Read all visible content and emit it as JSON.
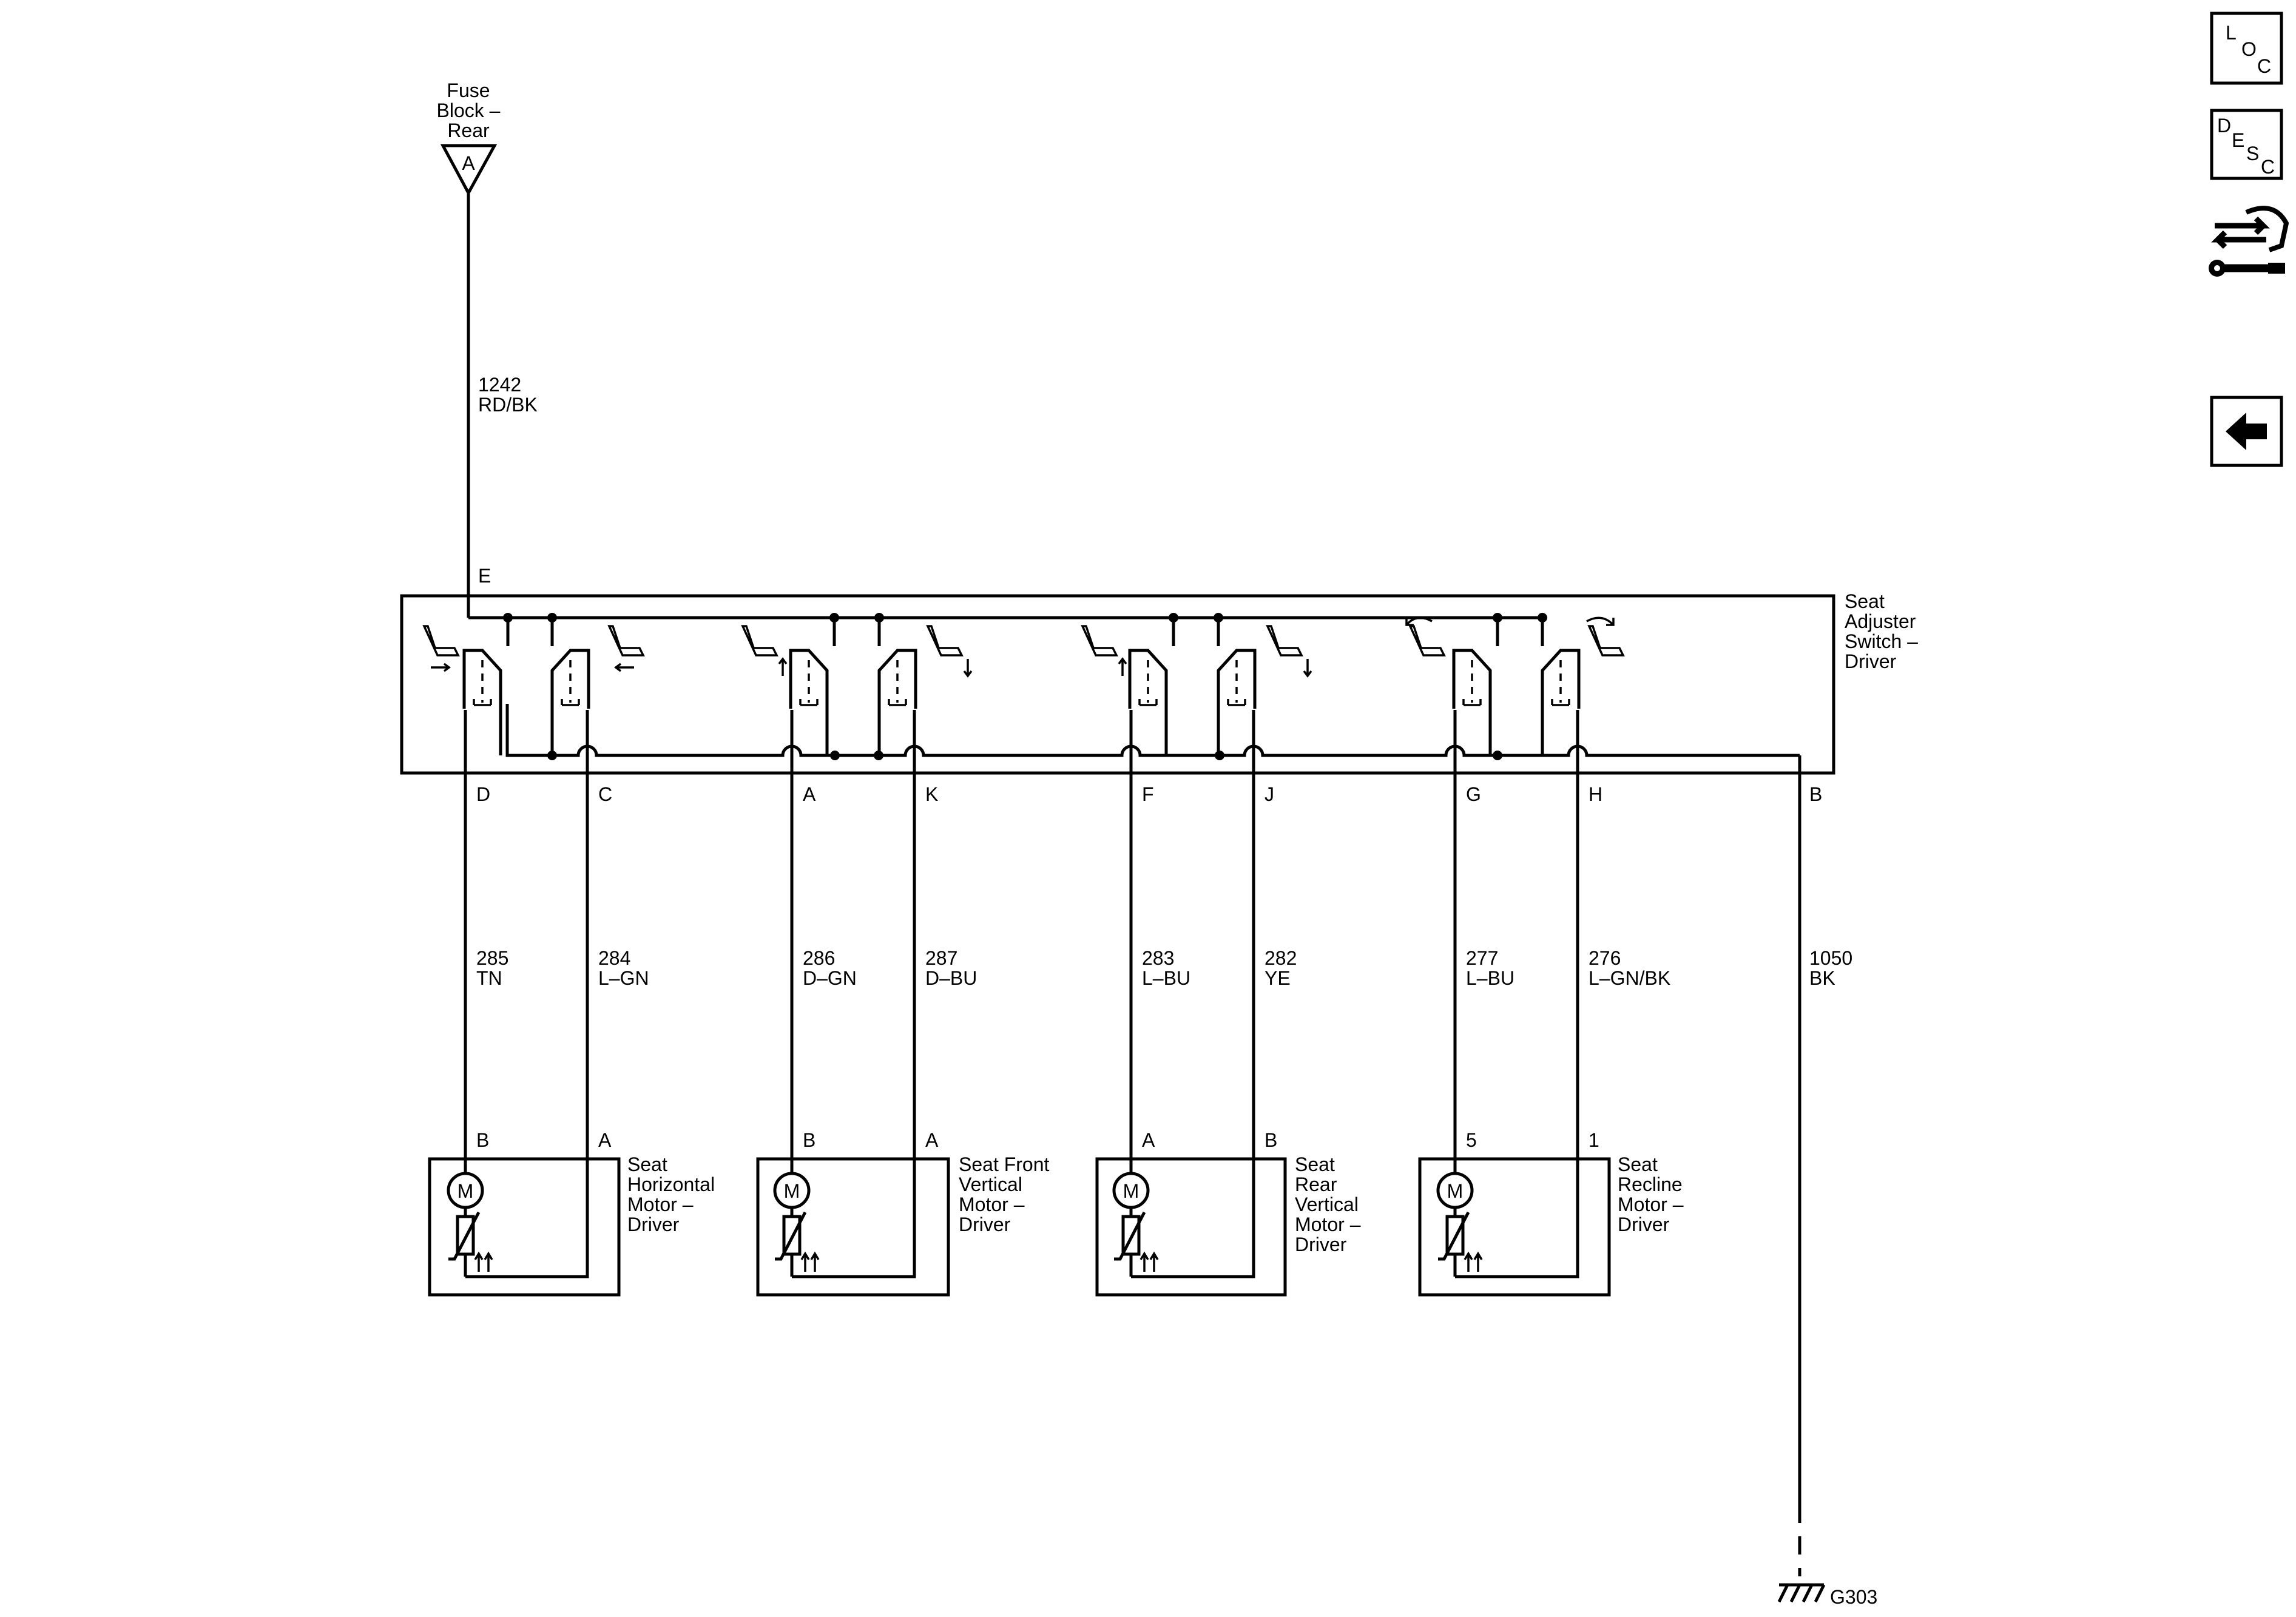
{
  "fuse": {
    "line1": "Fuse",
    "line2": "Block –",
    "line3": "Rear",
    "terminal": "A"
  },
  "feed": {
    "circuit": "1242",
    "color": "RD/BK",
    "pin": "E"
  },
  "switch_name": {
    "line1": "Seat",
    "line2": "Adjuster",
    "line3": "Switch –",
    "line4": "Driver"
  },
  "ground_wire": {
    "pin": "B",
    "circuit": "1050",
    "color": "BK"
  },
  "ground": {
    "name": "G303"
  },
  "wires": [
    {
      "pin": "D",
      "circuit": "285",
      "color": "TN",
      "motor_pin": "B"
    },
    {
      "pin": "C",
      "circuit": "284",
      "color": "L–GN",
      "motor_pin": "A"
    },
    {
      "pin": "A",
      "circuit": "286",
      "color": "D–GN",
      "motor_pin": "B"
    },
    {
      "pin": "K",
      "circuit": "287",
      "color": "D–BU",
      "motor_pin": "A"
    },
    {
      "pin": "F",
      "circuit": "283",
      "color": "L–BU",
      "motor_pin": "A"
    },
    {
      "pin": "J",
      "circuit": "282",
      "color": "YE",
      "motor_pin": "B"
    },
    {
      "pin": "G",
      "circuit": "277",
      "color": "L–BU",
      "motor_pin": "5"
    },
    {
      "pin": "H",
      "circuit": "276",
      "color": "L–GN/BK",
      "motor_pin": "1"
    }
  ],
  "motors": [
    {
      "symbol": "M",
      "name": [
        "Seat",
        "Horizontal",
        "Motor –",
        "Driver"
      ]
    },
    {
      "symbol": "M",
      "name": [
        "Seat Front",
        "Vertical",
        "Motor –",
        "Driver"
      ]
    },
    {
      "symbol": "M",
      "name": [
        "Seat",
        "Rear",
        "Vertical",
        "Motor –",
        "Driver"
      ]
    },
    {
      "symbol": "M",
      "name": [
        "Seat",
        "Recline",
        "Motor –",
        "Driver"
      ]
    }
  ],
  "side_panel": {
    "loc": {
      "l1": "L",
      "l2": "O",
      "l3": "C"
    },
    "desc": {
      "l1": "D",
      "l2": "E",
      "l3": "S",
      "l4": "C"
    },
    "icons": [
      "connector-tools-icon",
      "back-arrow-icon"
    ]
  }
}
